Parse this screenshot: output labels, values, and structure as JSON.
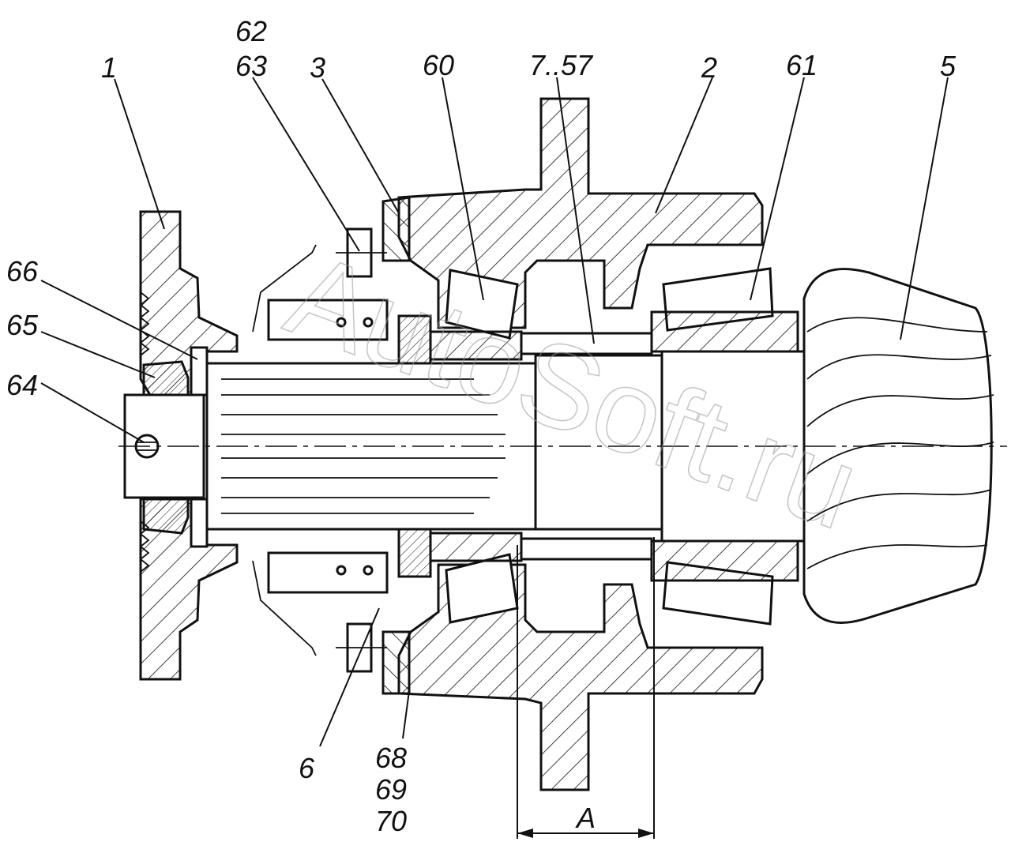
{
  "watermark": "AutoSoft.ru",
  "colors": {
    "line": "#111111",
    "hatch": "#111111",
    "background": "#ffffff",
    "watermark": "#9a9a9a"
  },
  "labels": {
    "l1": "1",
    "l2": "2",
    "l3": "3",
    "l5": "5",
    "l6": "6",
    "l7": "7..57",
    "l60": "60",
    "l61": "61",
    "l62": "62",
    "l63": "63",
    "l64": "64",
    "l65": "65",
    "l66": "66",
    "l68": "68",
    "l69": "69",
    "l70": "70",
    "dimA": "A"
  }
}
